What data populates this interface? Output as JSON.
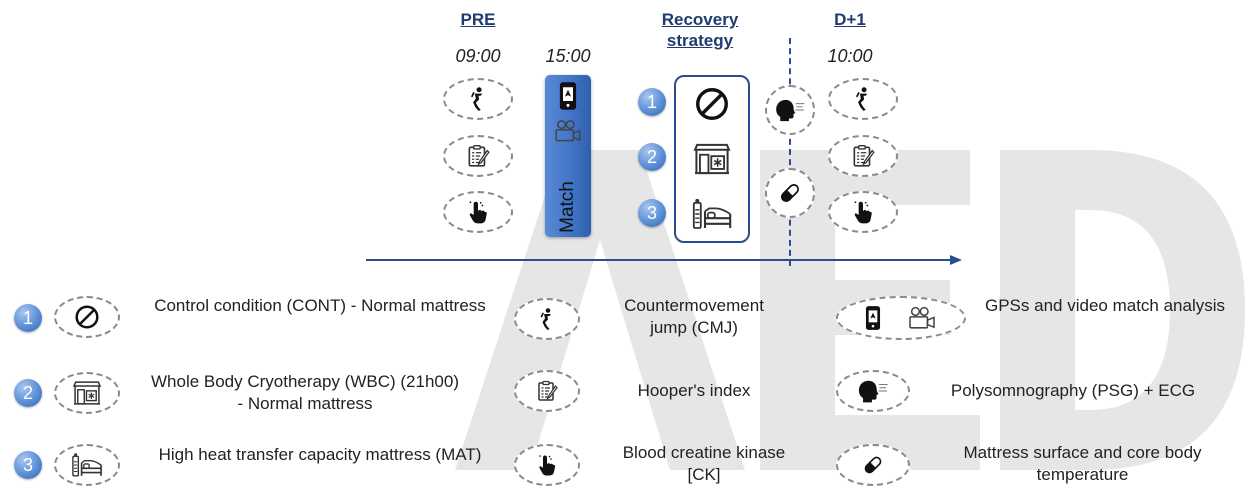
{
  "timeline": {
    "pre_label": "PRE",
    "pre_time": "09:00",
    "match_time": "15:00",
    "match_label": "Match",
    "recovery_label": "Recovery strategy",
    "d1_label": "D+1",
    "d1_time": "10:00",
    "strategy_numbers": [
      "1",
      "2",
      "3"
    ]
  },
  "legend": {
    "conditions": [
      {
        "num": "1",
        "text": "Control condition (CONT) -  Normal mattress",
        "icon": "prohibited-icon"
      },
      {
        "num": "2",
        "text": "Whole Body Cryotherapy (WBC) (21h00) - Normal mattress",
        "icon": "cryo-chamber-icon"
      },
      {
        "num": "3",
        "text": "High  heat transfer capacity mattress (MAT)",
        "icon": "bed-mattress-icon"
      }
    ],
    "measures": [
      {
        "text": "Countermovement jump  (CMJ)",
        "icon": "jump-icon"
      },
      {
        "text": "Hooper's index",
        "icon": "questionnaire-icon"
      },
      {
        "text": "Blood creatine kinase [CK]",
        "icon": "finger-prick-icon"
      }
    ],
    "tools": [
      {
        "text": "GPSs and video match analysis",
        "icon": "gps-video-icon"
      },
      {
        "text": "Polysomnography (PSG) + ECG",
        "icon": "sleep-head-icon"
      },
      {
        "text": "Mattress surface and core body temperature",
        "icon": "pill-sensor-icon"
      }
    ]
  },
  "colors": {
    "header": "#1f3b70",
    "match_bar": "#3f73c6",
    "axis": "#2a4d8f",
    "oval_border": "#8a8a8a",
    "watermark": "#e0e0e0"
  }
}
